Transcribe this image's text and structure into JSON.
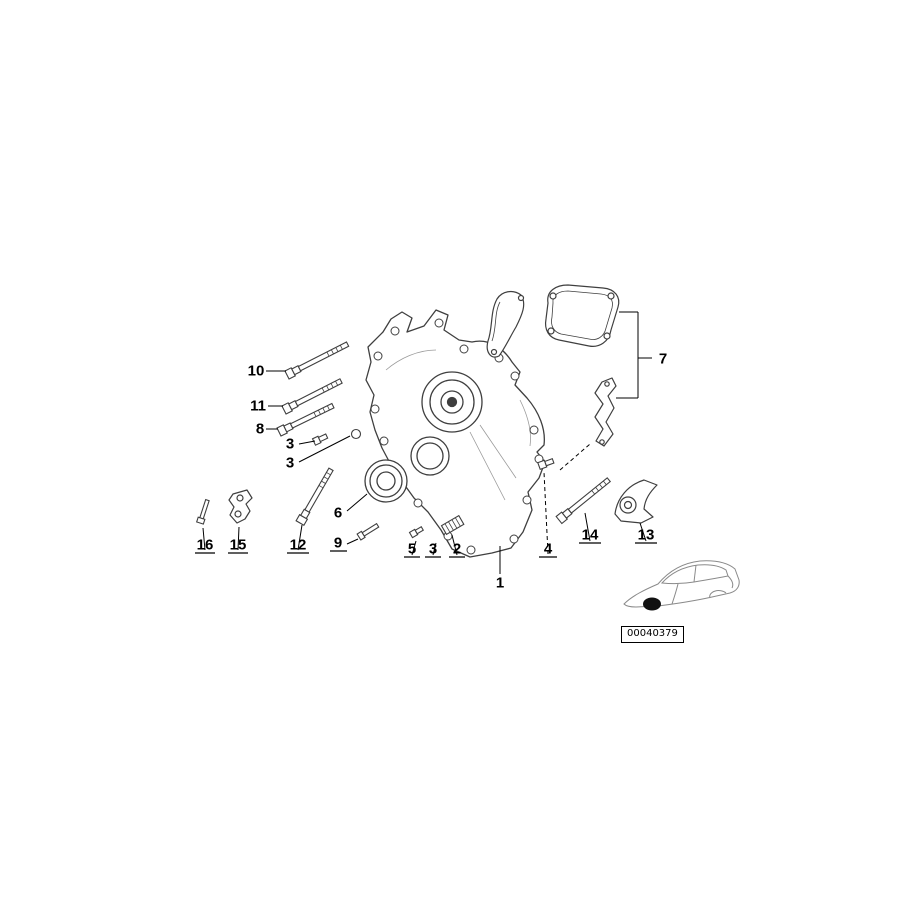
{
  "page": {
    "background_color": "#ffffff",
    "line_color": "#3f3f3f"
  },
  "diagram": {
    "image_code": "00040379",
    "callouts": {
      "c1": "1",
      "c2": "2",
      "c3a": "3",
      "c3b": "3",
      "c3c": "3",
      "c4": "4",
      "c5": "5",
      "c6": "6",
      "c7": "7",
      "c8": "8",
      "c9": "9",
      "c10": "10",
      "c11": "11",
      "c12": "12",
      "c13": "13",
      "c14": "14",
      "c15": "15",
      "c16": "16"
    },
    "icons": {
      "car": "car-side-outline-icon"
    }
  }
}
